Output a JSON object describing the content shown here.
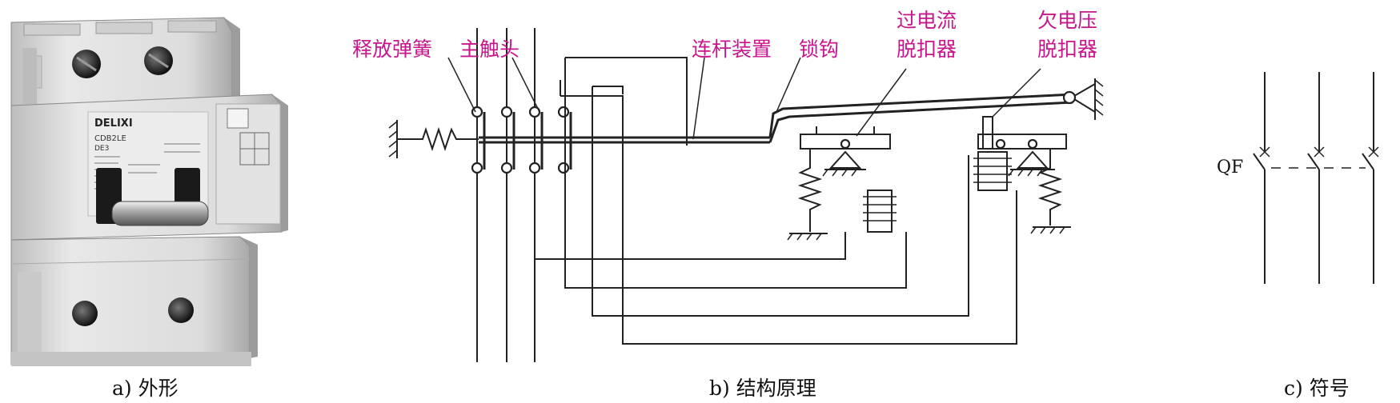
{
  "colors": {
    "label": "#c7168c",
    "line": "#222222",
    "body": "#d9d9d9"
  },
  "photo": {
    "brand": "DELIXI",
    "model": "CDB2LE",
    "model_sub": "DE3"
  },
  "captions": {
    "a": "a) 外形",
    "b": "b) 结构原理",
    "c": "c) 符号"
  },
  "structure_labels": {
    "release_spring": "释放弹簧",
    "main_contact": "主触头",
    "linkage": "连杆装置",
    "latch": "锁钩",
    "overcurrent_line1": "过电流",
    "overcurrent_line2": "脱扣器",
    "undervoltage_line1": "欠电压",
    "undervoltage_line2": "脱扣器"
  },
  "symbol": {
    "designation": "QF"
  }
}
